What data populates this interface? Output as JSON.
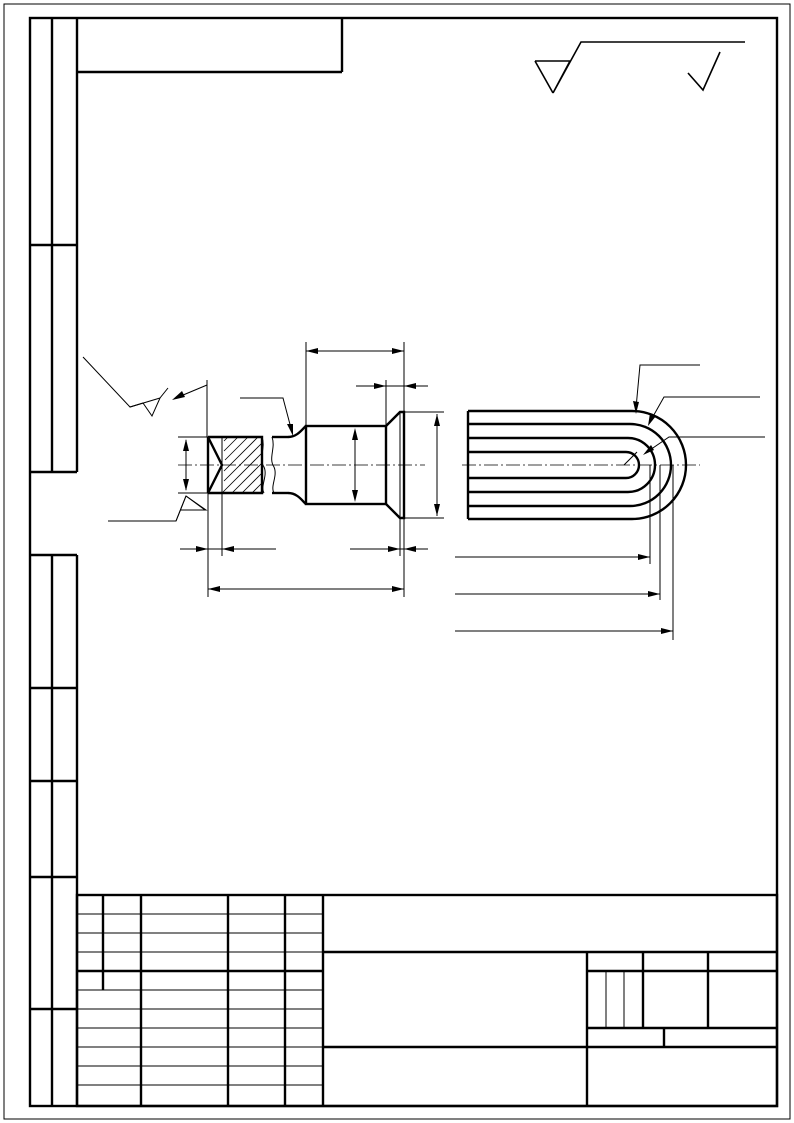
{
  "sheet": {
    "format": "A4",
    "orientation": "portrait",
    "text_content": []
  },
  "title_block": {
    "fields": []
  },
  "roughness": {
    "symbols": [
      "general-roughness-sign",
      "check-mark-sign"
    ]
  },
  "colors": {
    "line": "#000000",
    "background": "#ffffff"
  }
}
